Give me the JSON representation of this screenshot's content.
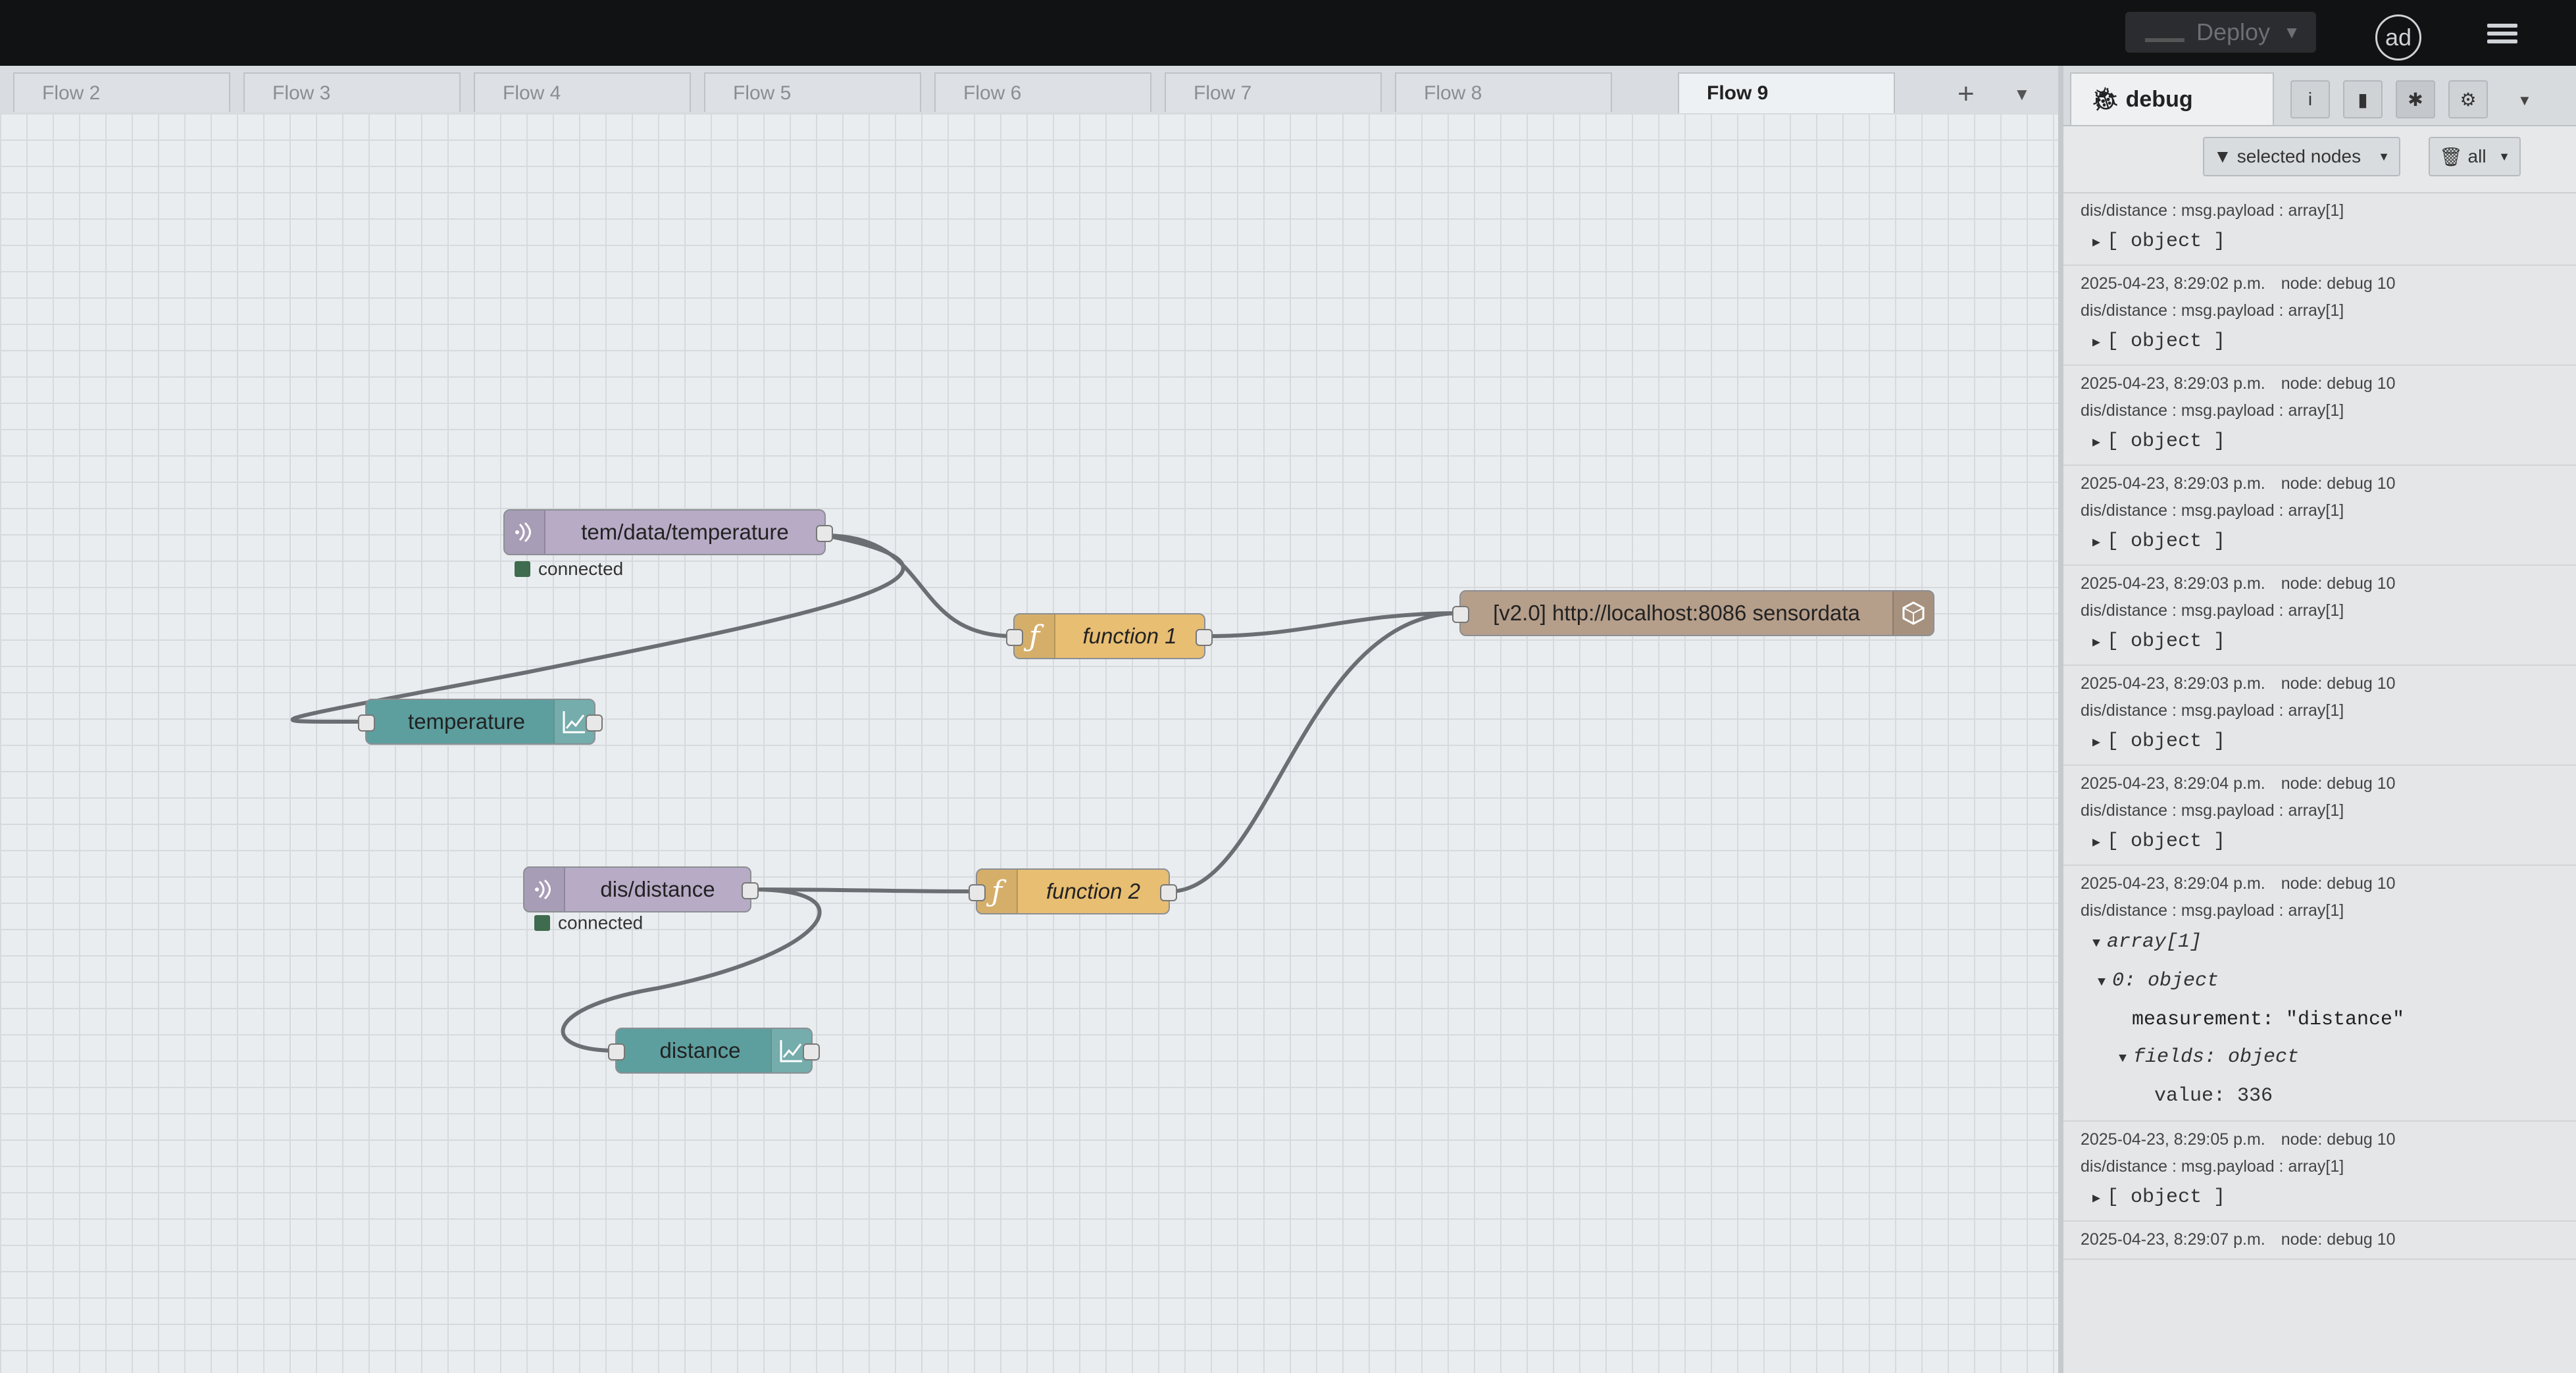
{
  "header": {
    "deploy_label": "Deploy",
    "avatar_initials": "ad"
  },
  "tabs": [
    "Flow 2",
    "Flow 3",
    "Flow 4",
    "Flow 5",
    "Flow 6",
    "Flow 7",
    "Flow 8",
    "Flow 9"
  ],
  "active_tab": "Flow 9",
  "nodes": {
    "mqtt_temperature": {
      "label": "tem/data/temperature",
      "status": "connected"
    },
    "mqtt_distance": {
      "label": "dis/distance",
      "status": "connected"
    },
    "function1": {
      "label": "function 1"
    },
    "function2": {
      "label": "function 2"
    },
    "chart_temperature": {
      "label": "temperature"
    },
    "chart_distance": {
      "label": "distance"
    },
    "influx_out": {
      "label": "[v2.0] http://localhost:8086 sensordata"
    }
  },
  "sidebar": {
    "tab_label": "debug",
    "filter_label": "selected nodes",
    "clear_label": "all",
    "messages": [
      {
        "time": "",
        "node": "",
        "topic": "dis/distance : msg.payload : array[1]",
        "value": "[ object ]"
      },
      {
        "time": "2025-04-23, 8:29:02 p.m.",
        "node": "node: debug 10",
        "topic": "dis/distance : msg.payload : array[1]",
        "value": "[ object ]"
      },
      {
        "time": "2025-04-23, 8:29:03 p.m.",
        "node": "node: debug 10",
        "topic": "dis/distance : msg.payload : array[1]",
        "value": "[ object ]"
      },
      {
        "time": "2025-04-23, 8:29:03 p.m.",
        "node": "node: debug 10",
        "topic": "dis/distance : msg.payload : array[1]",
        "value": "[ object ]"
      },
      {
        "time": "2025-04-23, 8:29:03 p.m.",
        "node": "node: debug 10",
        "topic": "dis/distance : msg.payload : array[1]",
        "value": "[ object ]"
      },
      {
        "time": "2025-04-23, 8:29:03 p.m.",
        "node": "node: debug 10",
        "topic": "dis/distance : msg.payload : array[1]",
        "value": "[ object ]"
      },
      {
        "time": "2025-04-23, 8:29:04 p.m.",
        "node": "node: debug 10",
        "topic": "dis/distance : msg.payload : array[1]",
        "value": "[ object ]"
      }
    ],
    "expanded": {
      "time": "2025-04-23, 8:29:04 p.m.",
      "node": "node: debug 10",
      "topic": "dis/distance : msg.payload : array[1]",
      "root": "array[1]",
      "item": "0: object",
      "measurement": "measurement: \"distance\"",
      "fields": "fields: object",
      "value": "value: 336"
    },
    "after": [
      {
        "time": "2025-04-23, 8:29:05 p.m.",
        "node": "node: debug 10",
        "topic": "dis/distance : msg.payload : array[1]",
        "value": "[ object ]"
      },
      {
        "time": "2025-04-23, 8:29:07 p.m.",
        "node": "node: debug 10",
        "topic": "",
        "value": ""
      }
    ]
  }
}
